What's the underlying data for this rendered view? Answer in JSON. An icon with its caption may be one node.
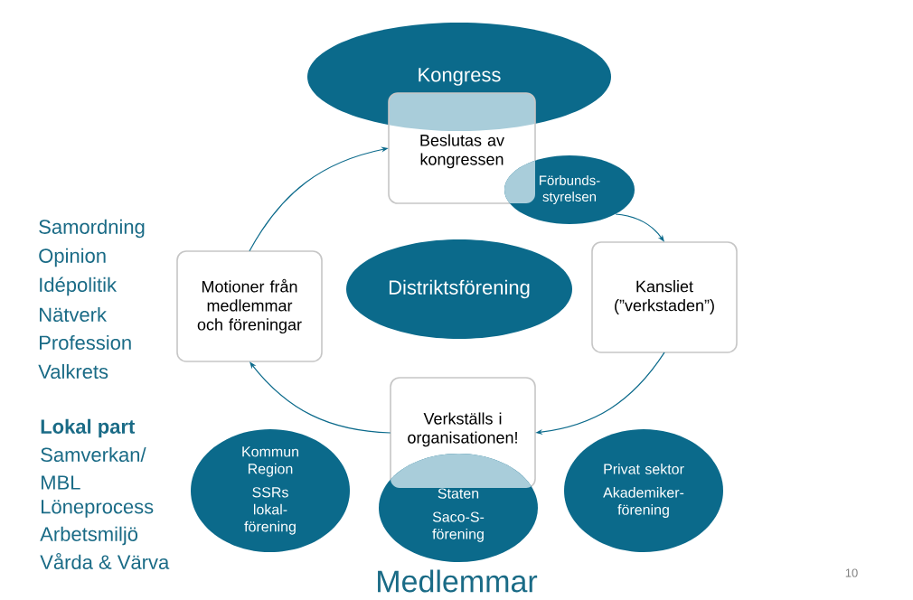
{
  "diagram": {
    "nodes": [
      {
        "text": [
          "Kongress"
        ]
      },
      {
        "text": [
          "Beslutas av kongressen"
        ]
      },
      {
        "text": [
          "Förbunds-styrelsen"
        ]
      },
      {
        "text": [
          "Kansliet (”verkstaden”)"
        ]
      },
      {
        "text": [
          "Verkställs i organisationen!"
        ]
      },
      {
        "text": [
          "Motioner från medlemmar och föreningar"
        ]
      },
      {
        "text": [
          "Distriktsförening"
        ]
      },
      {
        "text": [
          "Kommun Region",
          "SSRs lokal-förening"
        ]
      },
      {
        "text": [
          "Staten",
          "Saco-S-förening"
        ]
      },
      {
        "text": [
          "Privat sektor",
          "Akademiker-förening"
        ]
      }
    ],
    "edges": [
      {
        "from": 2,
        "to": 3,
        "arrow": "to"
      },
      {
        "from": 3,
        "to": 4,
        "arrow": "to"
      },
      {
        "from": 4,
        "to": 5,
        "arrow": "to"
      },
      {
        "from": 5,
        "to": 1,
        "arrow": "to"
      }
    ],
    "labels": [
      "Samordning",
      "Opinion",
      "Idépolitik",
      "Nätverk",
      "Profession",
      "Valkrets",
      "Lokal part",
      "Samverkan/",
      "MBL",
      "Löneprocess",
      "Arbetsmiljö",
      "Vårda & Värva",
      "Medlemmar",
      "10"
    ]
  }
}
